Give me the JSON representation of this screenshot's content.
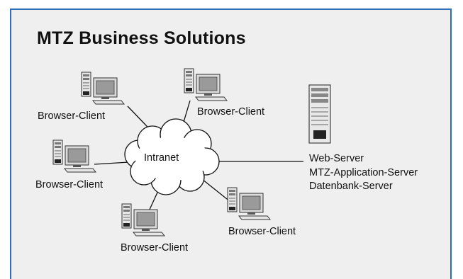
{
  "title": "MTZ Business Solutions",
  "network": {
    "label": "Intranet",
    "clients": [
      {
        "label": "Browser-Client"
      },
      {
        "label": "Browser-Client"
      },
      {
        "label": "Browser-Client"
      },
      {
        "label": "Browser-Client"
      },
      {
        "label": "Browser-Client"
      }
    ],
    "server": {
      "lines": [
        "Web-Server",
        "MTZ-Application-Server",
        "Datenbank-Server"
      ]
    }
  },
  "colors": {
    "frame_border": "#2f6db8",
    "background": "#efefef"
  }
}
